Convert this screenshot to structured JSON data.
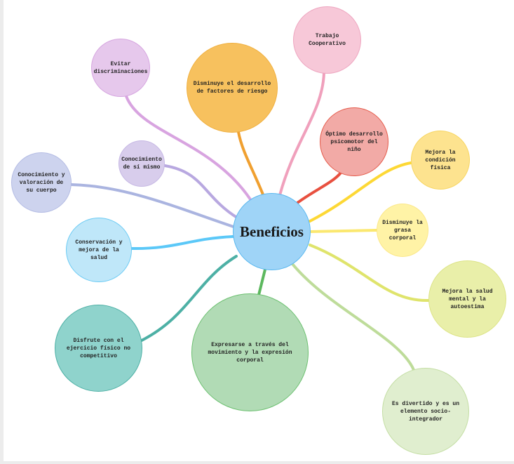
{
  "center": {
    "label": "Beneficios",
    "color": "#9fd4f7"
  },
  "nodes": [
    {
      "label": "Trabajo Cooperativo",
      "color": "#f7c8d8"
    },
    {
      "label": "Evitar discriminaciones",
      "color": "#e6c8ec"
    },
    {
      "label": "Disminuye el desarrollo de factores de riesgo",
      "color": "#f7c15e"
    },
    {
      "label": "Óptimo desarrollo psicomotor del niño",
      "color": "#f2aaa6"
    },
    {
      "label": "Mejora la condición física",
      "color": "#fde38f"
    },
    {
      "label": "Conocimiento de sí mismo",
      "color": "#d8cdec"
    },
    {
      "label": "Conocimiento y valoración de su cuerpo",
      "color": "#cdd3ee"
    },
    {
      "label": "Disminuye la grasa corporal",
      "color": "#fff3a6"
    },
    {
      "label": "Conservación y mejora de la salud",
      "color": "#bfe7f9"
    },
    {
      "label": "Mejora la salud mental y la autoestima",
      "color": "#e9efa9"
    },
    {
      "label": "Disfrute con el ejercicio físico no competitivo",
      "color": "#8fd3cc"
    },
    {
      "label": "Expresarse a través del movimiento y la expresión corporal",
      "color": "#b1dbb5"
    },
    {
      "label": "Es divertido y es un elemento socio-integrador",
      "color": "#e0eecf"
    }
  ]
}
